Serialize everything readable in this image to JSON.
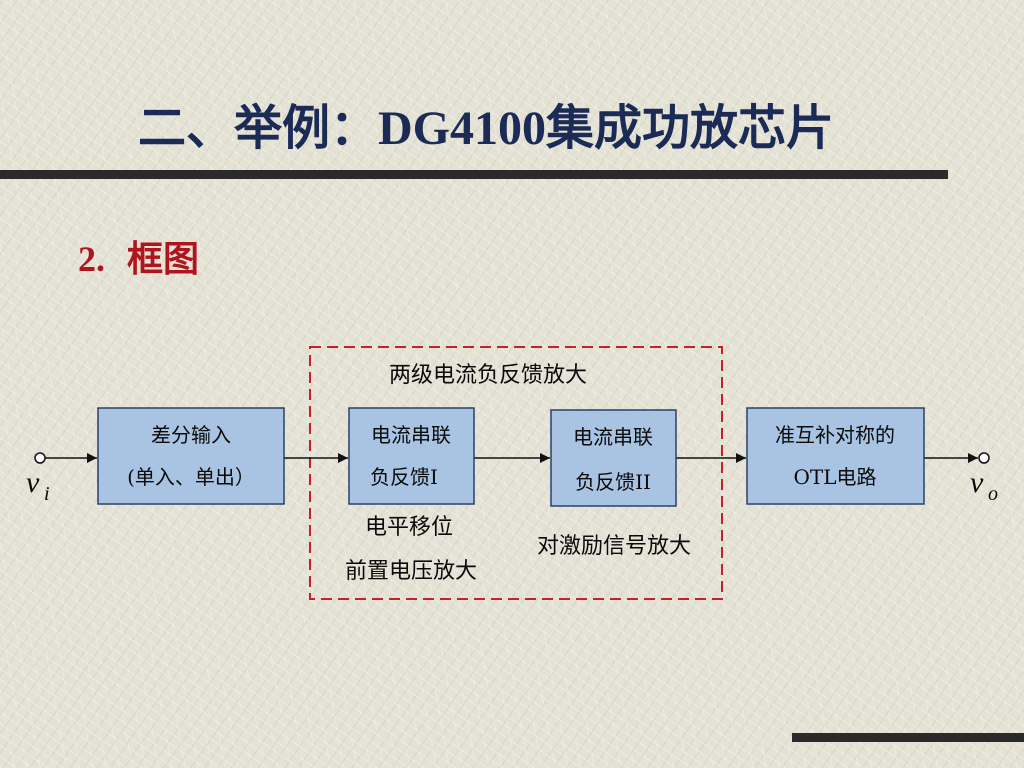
{
  "slide": {
    "title": "二、举例：DG4100集成功放芯片",
    "section_number": "2.",
    "section_title": "框图"
  },
  "diagram": {
    "group_label": "两级电流负反馈放大",
    "blocks": [
      {
        "line1": "差分输入",
        "line2": "(单入、单出）"
      },
      {
        "line1": "电流串联",
        "line2": "负反馈I"
      },
      {
        "line1": "电流串联",
        "line2": "负反馈II"
      },
      {
        "line1": "准互补对称的",
        "line2": "OTL电路"
      }
    ],
    "annotations": {
      "level_shift": "电平移位",
      "preamp": "前置电压放大",
      "driver": "对激励信号放大"
    },
    "input": {
      "symbol": "v",
      "subscript": "i"
    },
    "output": {
      "symbol": "v",
      "subscript": "o"
    },
    "colors": {
      "block_fill": "#a9c4e3",
      "block_stroke": "#2c3e6a",
      "dashed_border": "#c8202a",
      "line": "#111111"
    }
  }
}
